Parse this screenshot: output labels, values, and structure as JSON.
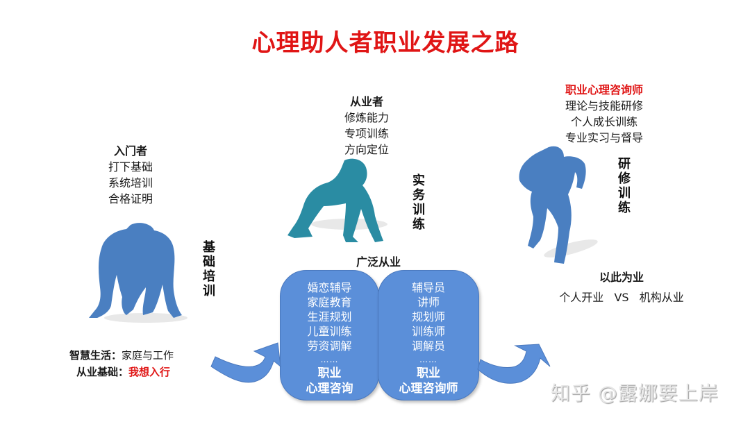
{
  "title": "心理助人者职业发展之路",
  "stages": [
    {
      "heading": "入门者",
      "lines": [
        "打下基础",
        "系统培训",
        "合格证明"
      ],
      "vertical_label": [
        "基",
        "础",
        "培",
        "训"
      ],
      "figure_color": "#4a7fc1"
    },
    {
      "heading": "从业者",
      "lines": [
        "修炼能力",
        "专项训练",
        "方向定位"
      ],
      "vertical_label": [
        "实",
        "务",
        "训",
        "练"
      ],
      "figure_color": "#2a8ca3"
    },
    {
      "heading": "职业心理咨询师",
      "lines": [
        "理论与技能研修",
        "个人成长训练",
        "专业实习与督导"
      ],
      "vertical_label": [
        "研",
        "修",
        "训",
        "练"
      ],
      "figure_color": "#4a7fc1"
    }
  ],
  "broad_practice": {
    "label": "广泛从业",
    "left_box": {
      "items": [
        "婚恋辅导",
        "家庭教育",
        "生涯规划",
        "儿童训练",
        "劳资调解"
      ],
      "dots": "……",
      "final": [
        "职业",
        "心理咨询"
      ]
    },
    "right_box": {
      "items": [
        "辅导员",
        "讲师",
        "规划师",
        "训练师",
        "调解员"
      ],
      "dots": "……",
      "final": [
        "职业",
        "心理咨询师"
      ]
    },
    "box_color": "#5b8fd9"
  },
  "career": {
    "heading": "以此为业",
    "line": "个人开业   VS   机构从业"
  },
  "bottom_left": {
    "line1_label": "智慧生活：",
    "line1_value": "家庭与工作",
    "line2_label": "从业基础：",
    "line2_value": "我想入行"
  },
  "watermark": "知乎 @露娜要上岸",
  "colors": {
    "accent_red": "#e01515",
    "arrow_blue": "#5b8fd9"
  }
}
